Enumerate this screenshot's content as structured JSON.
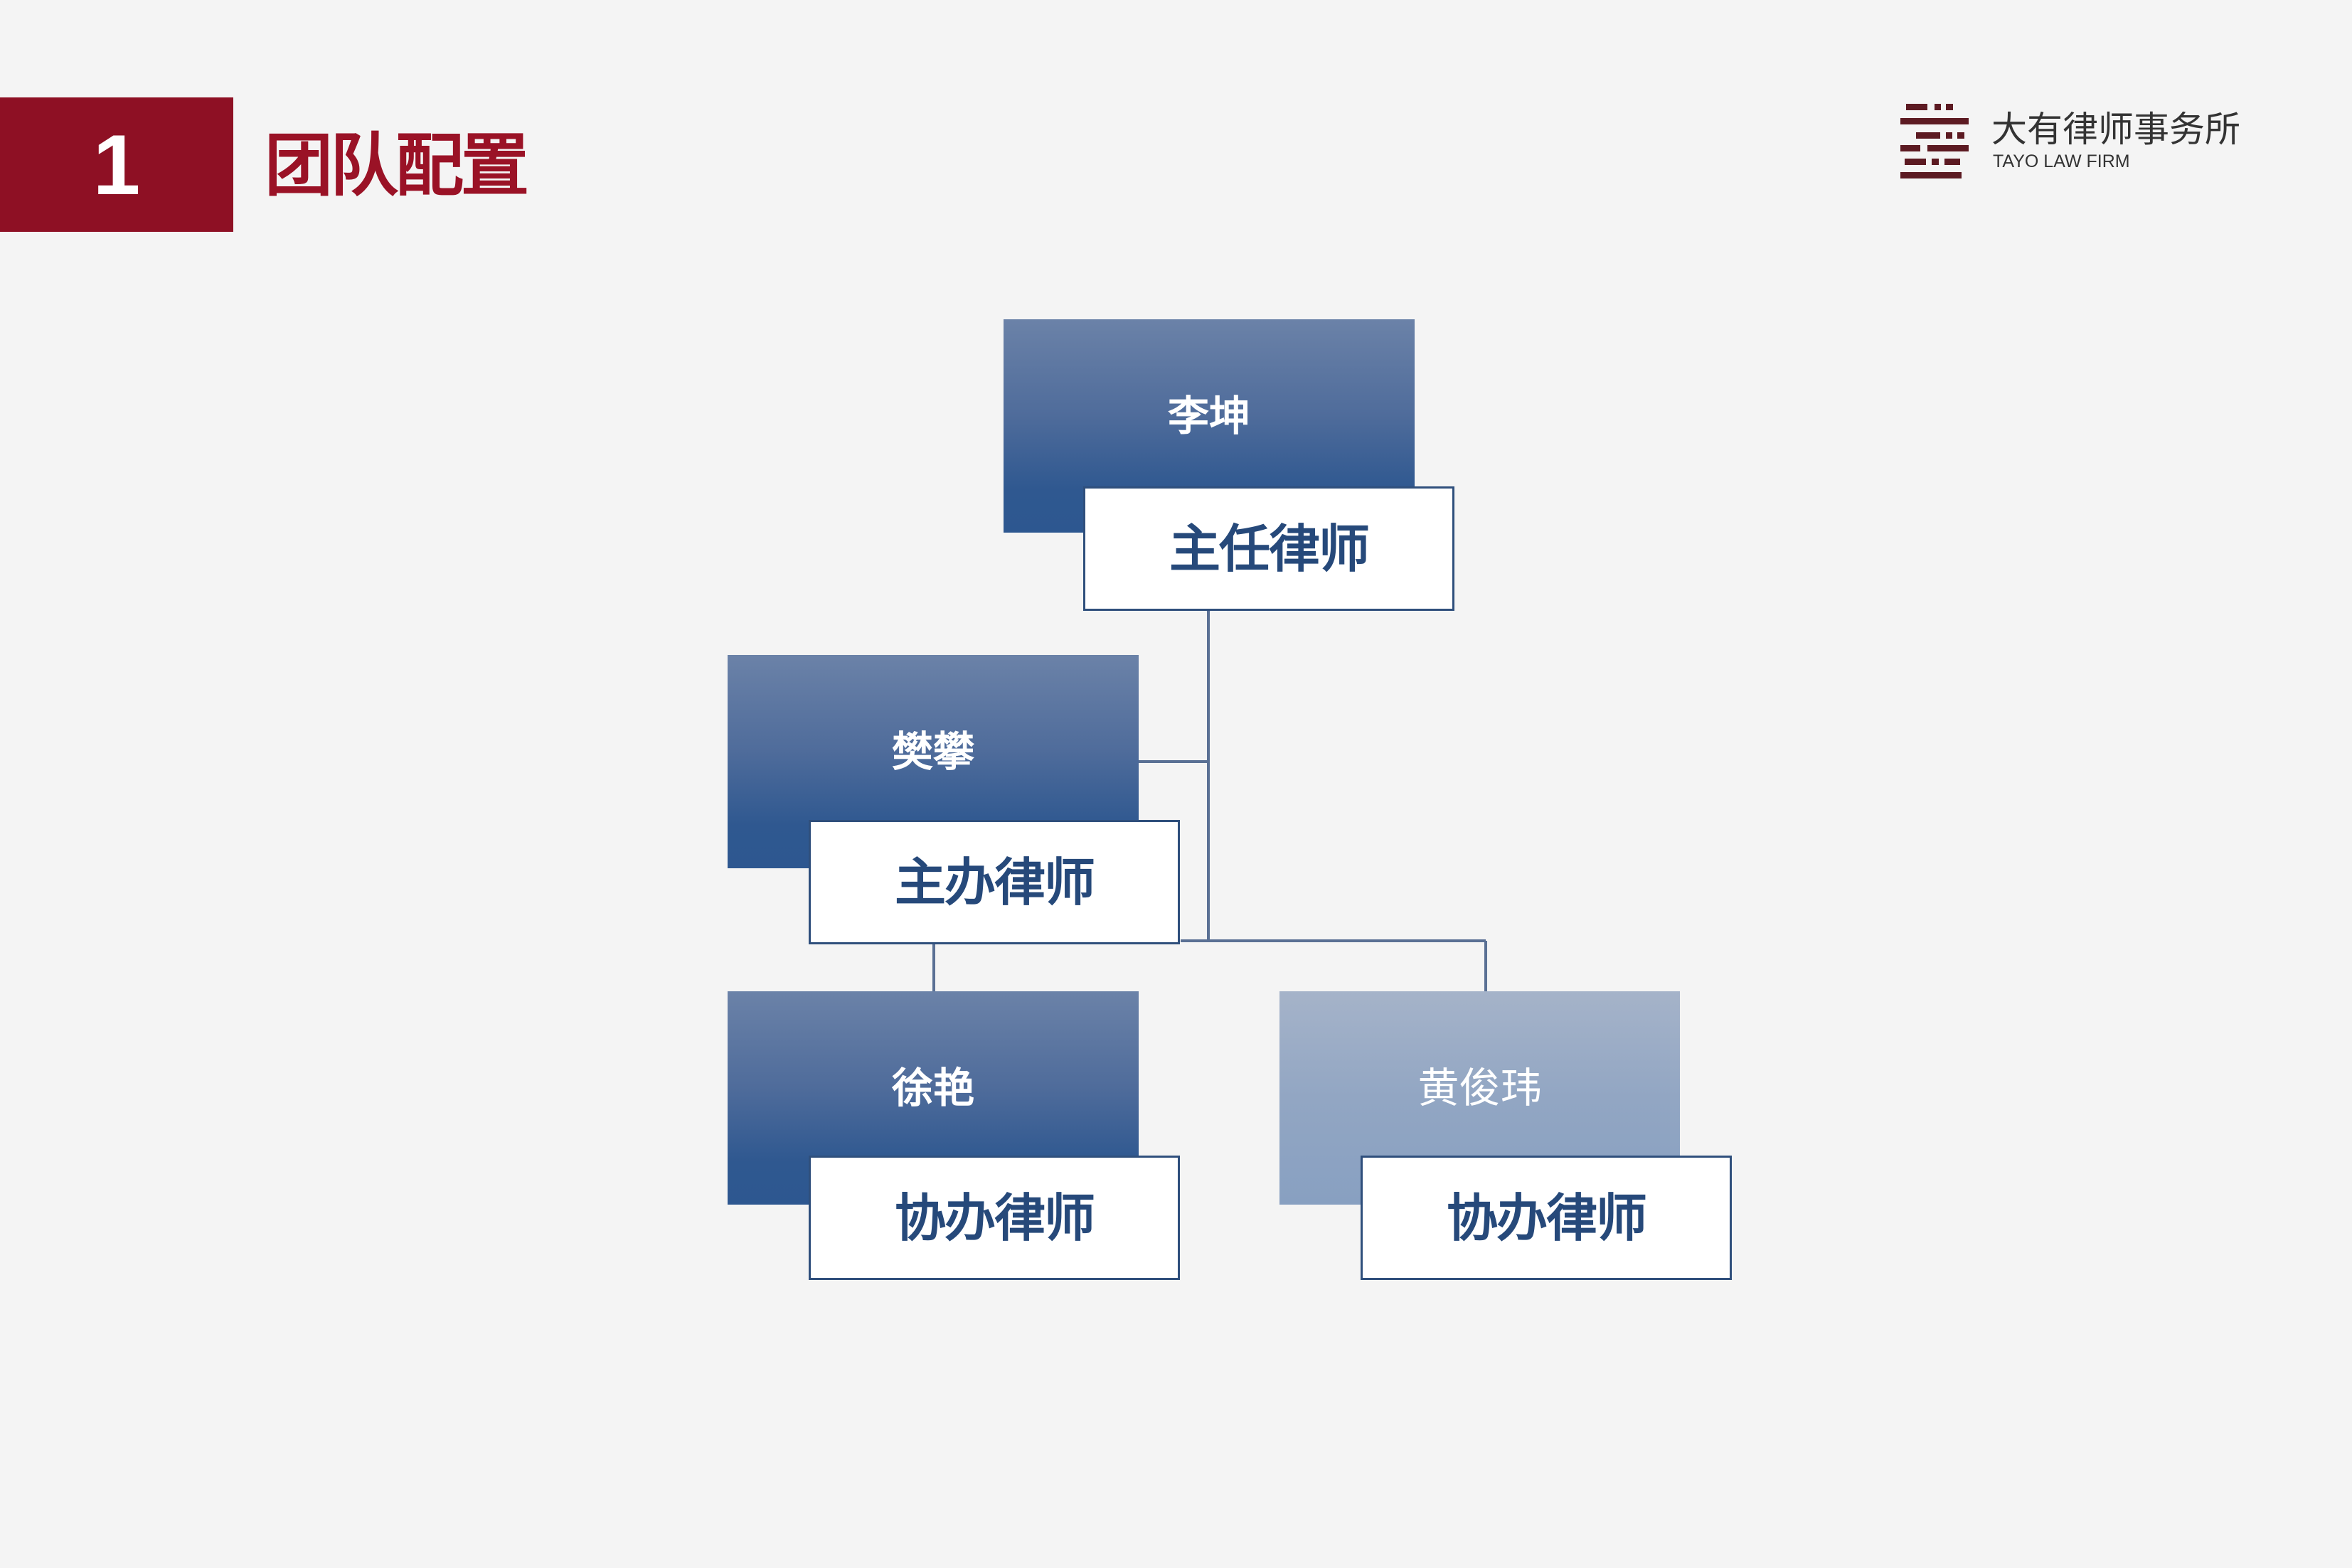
{
  "header": {
    "section_number": "1",
    "title": "团队配置"
  },
  "logo": {
    "name": "大有律师事务所",
    "subtitle": "TAYO LAW FIRM",
    "icon": "tayo-logo-icon",
    "color": "#5c1a22"
  },
  "colors": {
    "badge": "#8e1024",
    "title": "#9a1226",
    "box_dark": "#2d5790",
    "box_light": "#8aa0c0",
    "role_text": "#26497a",
    "connector": "#5a7094"
  },
  "org_chart": {
    "nodes": [
      {
        "id": "director",
        "name": "李坤",
        "role": "主任律师",
        "style": "dark"
      },
      {
        "id": "lead",
        "name": "樊攀",
        "role": "主办律师",
        "style": "dark"
      },
      {
        "id": "assist1",
        "name": "徐艳",
        "role": "协办律师",
        "style": "dark"
      },
      {
        "id": "assist2",
        "name": "黄俊玮",
        "role": "协办律师",
        "style": "light"
      }
    ],
    "links": [
      {
        "from": "director",
        "to": "lead"
      },
      {
        "from": "director",
        "to": "assist2"
      },
      {
        "from": "lead",
        "to": "assist1"
      }
    ]
  }
}
